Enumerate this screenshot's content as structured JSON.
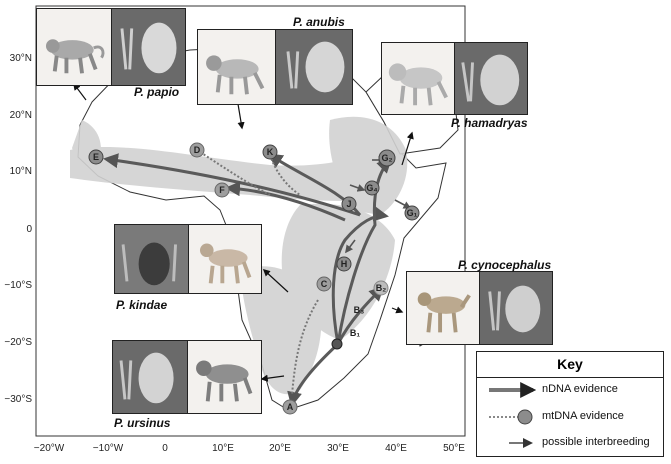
{
  "axes": {
    "x_ticks": [
      "−20°W",
      "−10°W",
      "0",
      "10°E",
      "20°E",
      "30°E",
      "40°E",
      "50°E"
    ],
    "y_ticks": [
      "30°N",
      "20°N",
      "10°N",
      "0",
      "−10°S",
      "−20°S",
      "−30°S"
    ]
  },
  "species": {
    "papio": "P. papio",
    "anubis": "P. anubis",
    "hamadryas": "P. hamadryas",
    "kindae": "P. kindae",
    "cynocephalus": "P. cynocephalus",
    "ursinus": "P. ursinus"
  },
  "regions": {
    "E": "E",
    "D": "D",
    "F": "F",
    "K": "K",
    "J": "J",
    "G2": "G₂",
    "G4": "G₄",
    "G1": "G₁",
    "H": "H",
    "C": "C",
    "B2": "B₂",
    "B3": "B₃",
    "B1": "B₁",
    "A": "A"
  },
  "key": {
    "title": "Key",
    "items": [
      {
        "label": "nDNA evidence",
        "style": "arrow"
      },
      {
        "label": "mtDNA evidence",
        "style": "dotted-circle"
      },
      {
        "label": "possible interbreeding",
        "style": "small-arrow"
      }
    ]
  },
  "colors": {
    "land": "#ffffff",
    "range": "#cfcfcf",
    "arrow": "#5a5a5a",
    "marker": "#8c8c8c",
    "marker_outline": "#444444"
  }
}
